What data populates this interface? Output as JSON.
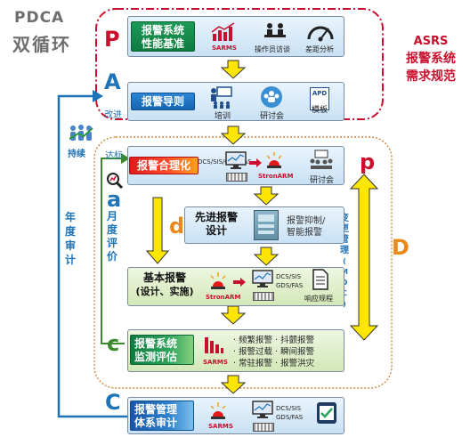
{
  "title": {
    "line1": "PDCA",
    "line2": "双循环"
  },
  "asrs": {
    "line1": "ASRS",
    "line2": "报警系统",
    "line3": "需求规范"
  },
  "letters": {
    "P": "P",
    "A": "A",
    "C_left": "C",
    "D": "D",
    "p": "p",
    "a": "a",
    "d": "d",
    "c": "c"
  },
  "side_labels": {
    "improve": "改进",
    "sustain": "持续",
    "target": "达标",
    "monthly_eval": [
      "月",
      "度",
      "评",
      "价"
    ],
    "annual_audit": [
      "年",
      "度",
      "审",
      "计"
    ],
    "moc": [
      "变",
      "更",
      "管",
      "理",
      "(",
      "M",
      "O",
      "C",
      ")"
    ]
  },
  "boxes": {
    "baseline": {
      "title_l1": "报警系统",
      "title_l2": "性能基准",
      "icons": [
        {
          "icon": "chart-icon",
          "label": "SARMS"
        },
        {
          "icon": "operator-icon",
          "label": "操作员访谈"
        },
        {
          "icon": "gauge-icon",
          "label": "差距分析"
        }
      ]
    },
    "guide": {
      "title": "报警导则",
      "icons": [
        {
          "icon": "training-icon",
          "label": "培训"
        },
        {
          "icon": "seminar-icon",
          "label": "研讨会"
        },
        {
          "icon": "template-icon",
          "label": "模板",
          "badge": "APD"
        }
      ]
    },
    "rationalize": {
      "title": "报警合理化",
      "sys": "DCS/SIS/GDS/FAS",
      "tool": "StronARM",
      "meeting": "研讨会"
    },
    "advanced": {
      "title_l1": "先进报警",
      "title_l2": "设计",
      "right_l1": "报警抑制/",
      "right_l2": "智能报警"
    },
    "basic": {
      "title_l1": "基本报警",
      "title_l2": "(设计、实施)",
      "tool": "StronARM",
      "sys": "DCS/SIS GDS/FAS",
      "procedure": "响应规程"
    },
    "monitor": {
      "title_l1": "报警系统",
      "title_l2": "监测评估",
      "tool": "SARMS",
      "bullets": [
        "· 频繁报警 · 抖颤报警",
        "· 报警过载 · 瞬间报警",
        "· 常驻报警 · 报警洪灾"
      ]
    },
    "audit": {
      "title_l1": "报警管理",
      "title_l2": "体系审计",
      "tool": "SARMS",
      "sys": "DCS/SIS GDS/FAS"
    }
  },
  "colors": {
    "red": "#c8102e",
    "blue": "#1f73b7",
    "green": "#3d8a2e",
    "orange": "#e88a1a",
    "yellow": "#ffe600"
  }
}
